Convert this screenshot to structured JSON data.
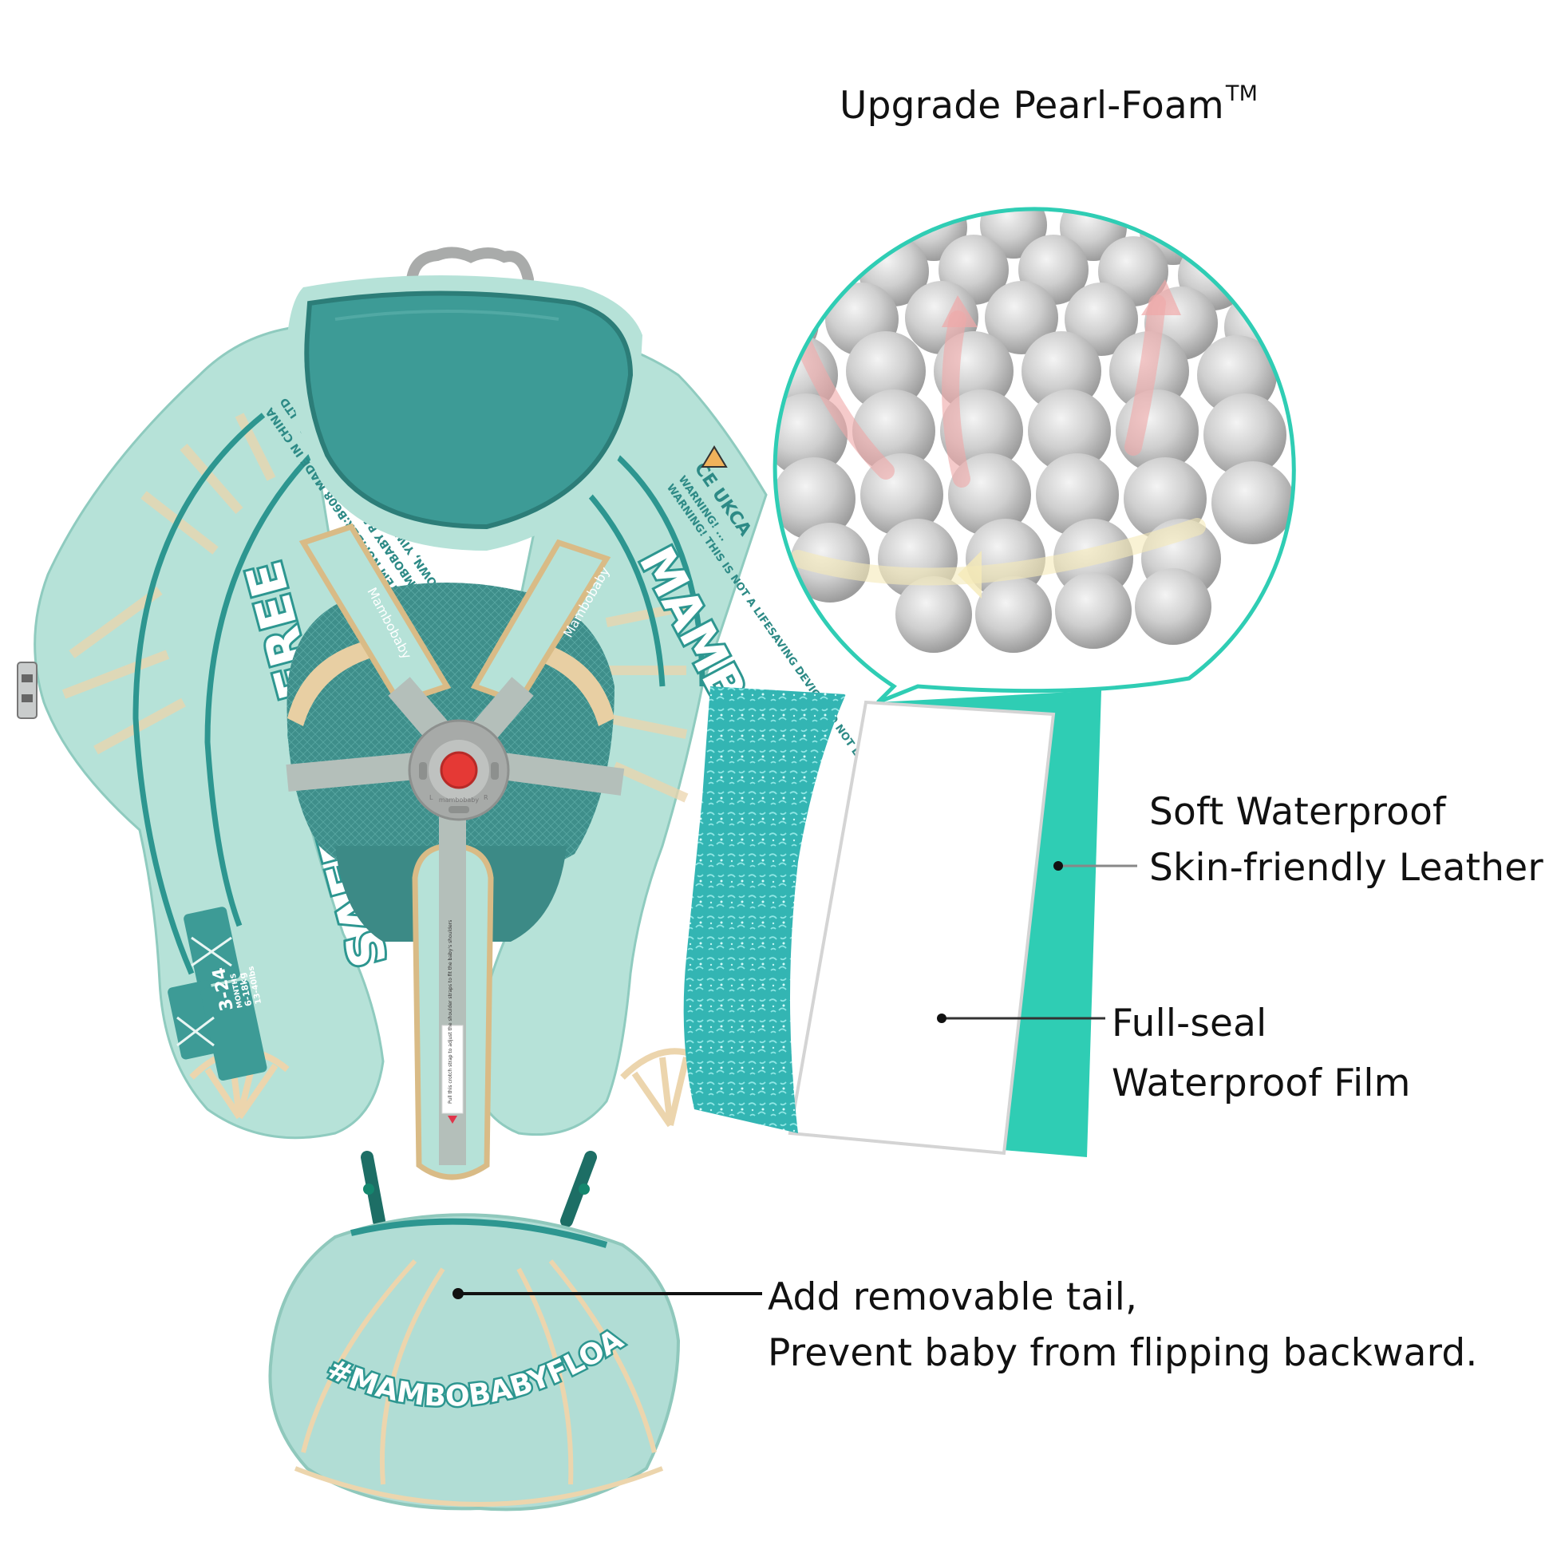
{
  "callouts": {
    "pearl_foam": {
      "title": "Upgrade Pearl-Foam",
      "trademark": "TM"
    },
    "leather": {
      "line1": "Soft Waterproof",
      "line2": "Skin-friendly Leather"
    },
    "film": {
      "line1": "Full-seal",
      "line2": "Waterproof Film"
    },
    "tail": {
      "line1": "Add removable tail,",
      "line2": "Prevent baby from flipping backward."
    }
  },
  "product": {
    "brand_strap_left": "Mambobaby",
    "brand_strap_right": "Mambobaby",
    "side_print": "SAFE-AIR-FREE",
    "right_print": "MAMBO",
    "tail_print": "#MAMBOBABYFLOAT",
    "label_text": {
      "line1": "AIR FREE CHEST BABY FLOAT  ITEM NUMBER:B608  MADE IN CHINA",
      "line2": "MANUFACTURER: ZHEJIANG MAMBOBABY BABY PRODUCTS CO., LTD",
      "line3": "ADDRESS: WUHAN ROAD, SHANGXI TOWN, YIWU CITY, ZHEJIANG PROVINCE"
    },
    "warning_text": {
      "line1": "WARNING! ...",
      "line2": "WARNING! THIS IS NOT A LIFESAVING DEVICE. DO NOT LEAVE ..."
    },
    "cert_marks": "CE UKCA",
    "age_badge": {
      "months": "3-24",
      "unit": "MONTHS",
      "kg": "6-18kg",
      "lbs": "13-40lbs"
    },
    "crotch_tag": "Pull this crotch strap to adjust the shoulder straps to fit the baby's shoulders",
    "buckle_text": "mambobaby",
    "buckle_left": "L",
    "buckle_right": "R"
  },
  "colors": {
    "accent_teal": "#2fcdb4",
    "pillow_teal": "#3d9b96",
    "float_mint": "#b6e2d8",
    "beige": "#e8cfa3",
    "buckle_red": "#e53935",
    "buckle_grey": "#a7aaa8",
    "foam_texture": "#36b7b6",
    "pearl_grey": "#c9c9c9",
    "arrow_red": "#f0a8a8",
    "arrow_yellow": "#f5eab8"
  }
}
